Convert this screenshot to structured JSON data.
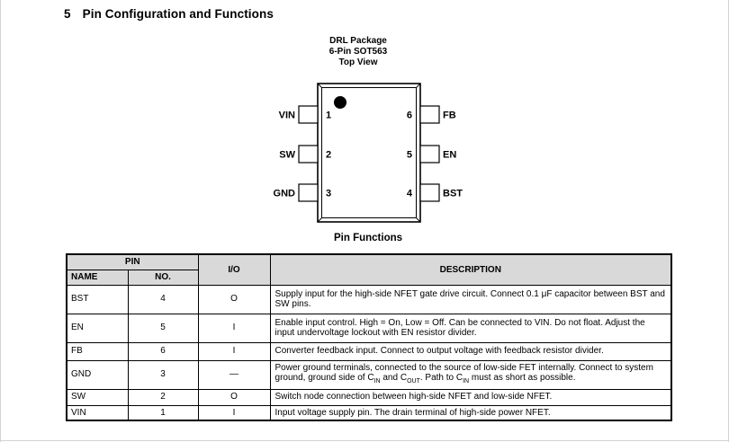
{
  "page": {
    "section_number": "5",
    "section_title": "Pin Configuration and Functions"
  },
  "package": {
    "title_lines": [
      "DRL Package",
      "6-Pin SOT563",
      "Top View"
    ],
    "left_pins": [
      {
        "label": "VIN",
        "number": "1"
      },
      {
        "label": "SW",
        "number": "2"
      },
      {
        "label": "GND",
        "number": "3"
      }
    ],
    "right_pins": [
      {
        "label": "FB",
        "number": "6"
      },
      {
        "label": "EN",
        "number": "5"
      },
      {
        "label": "BST",
        "number": "4"
      }
    ]
  },
  "pin_table": {
    "caption": "Pin Functions",
    "headers": {
      "pin_group": "PIN",
      "name": "NAME",
      "no": "NO.",
      "io": "I/O",
      "description": "DESCRIPTION"
    },
    "rows": [
      {
        "name": "BST",
        "no": "4",
        "io": "O",
        "description_html": "Supply input for the high-side NFET gate drive circuit. Connect 0.1 μF capacitor between BST and SW pins."
      },
      {
        "name": "EN",
        "no": "5",
        "io": "I",
        "description_html": "Enable input control. High = On, Low = Off. Can be connected to VIN. Do not float. Adjust the input undervoltage lockout with EN resistor divider."
      },
      {
        "name": "FB",
        "no": "6",
        "io": "I",
        "description_html": "Converter feedback input. Connect to output voltage with feedback resistor divider."
      },
      {
        "name": "GND",
        "no": "3",
        "io": "—",
        "description_html": "Power ground terminals, connected to the source of low-side FET internally. Connect to system ground, ground side of C<sub>IN</sub> and C<sub>OUT</sub>. Path to C<sub>IN</sub> must as short as possible."
      },
      {
        "name": "SW",
        "no": "2",
        "io": "O",
        "description_html": "Switch node connection between high-side NFET and low-side NFET."
      },
      {
        "name": "VIN",
        "no": "1",
        "io": "I",
        "description_html": "Input voltage supply pin. The drain terminal of high-side power NFET."
      }
    ]
  },
  "colors": {
    "header_bg": "#d9d9d9",
    "border": "#000000",
    "page_edge": "#d4d4d4"
  }
}
